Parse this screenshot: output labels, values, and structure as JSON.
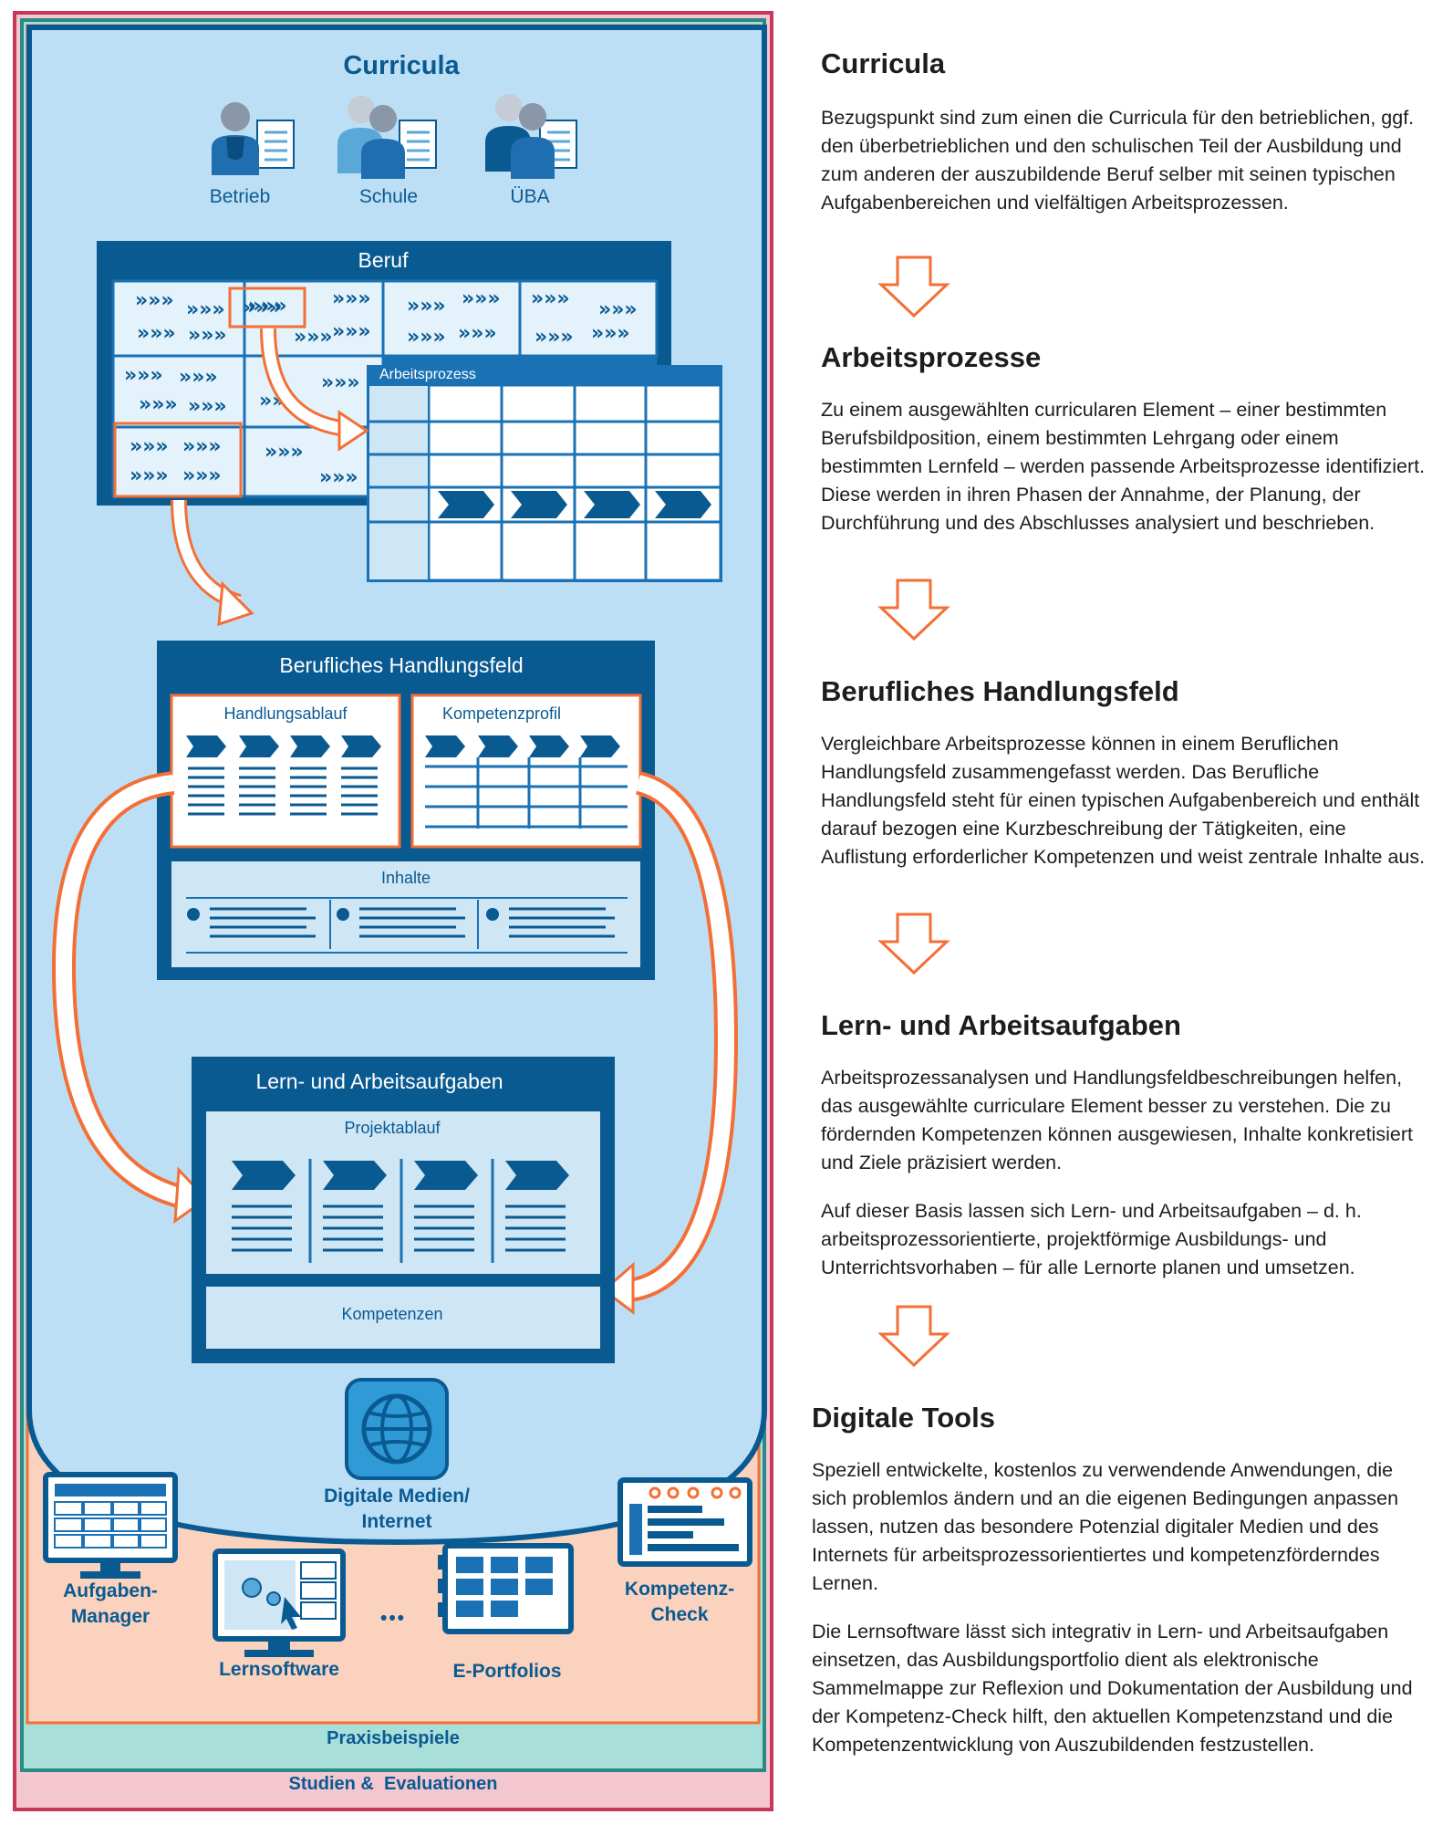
{
  "diagram": {
    "curricula_title": "Curricula",
    "curricula_items": [
      {
        "icon": "single-person-document-icon",
        "label": "Betrieb"
      },
      {
        "icon": "two-persons-document-icon",
        "label": "Schule"
      },
      {
        "icon": "two-persons-document-icon",
        "label": "ÜBA"
      }
    ],
    "beruf_title": "Beruf",
    "arbeitsprozess_title": "Arbeitsprozess",
    "handlungsfeld_title": "Berufliches Handlungsfeld",
    "handlungsablauf_label": "Handlungsablauf",
    "kompetenzprofil_label": "Kompetenzprofil",
    "inhalte_label": "Inhalte",
    "lernaufgaben_title": "Lern- und Arbeitsaufgaben",
    "projektablauf_label": "Projektablauf",
    "kompetenzen_label": "Kompetenzen",
    "digitale_medien_label_1": "Digitale Medien/",
    "digitale_medien_label_2": "Internet",
    "tools": {
      "aufgaben_manager_1": "Aufgaben-",
      "aufgaben_manager_2": "Manager",
      "lernsoftware": "Lernsoftware",
      "ellipsis": "•••",
      "eportfolios": "E-Portfolios",
      "kompetenz_check_1": "Kompetenz-",
      "kompetenz_check_2": "Check"
    },
    "praxisbeispiele": "Praxisbeispiele",
    "studien": "Studien &  Evaluationen"
  },
  "sections": [
    {
      "title": "Curricula",
      "paragraphs": [
        "Bezugspunkt sind zum einen die Curricula für den betrieblichen, ggf. den überbetrieblichen und den schulischen Teil der Ausbildung und zum anderen der auszubildende Beruf selber mit seinen typischen Aufgabenbereichen und vielfältigen Arbeitsprozessen."
      ]
    },
    {
      "title": "Arbeitsprozesse",
      "paragraphs": [
        "Zu einem ausgewählten curricularen Element – einer bestimmten Berufsbildposition, einem bestimmten Lehrgang oder einem bestimmten Lernfeld – werden passende Arbeitsprozesse identifiziert. Diese werden in ihren Phasen der Annahme, der Planung, der Durchführung und des Abschlusses analysiert und beschrieben."
      ]
    },
    {
      "title": "Berufliches Handlungsfeld",
      "paragraphs": [
        "Vergleichbare Arbeitsprozesse können in einem Beruflichen Handlungsfeld zusammengefasst werden. Das Berufliche Handlungsfeld steht für einen typischen Aufgabenbereich und enthält darauf bezogen eine Kurzbeschreibung der Tätigkeiten, eine Auflistung erforderlicher Kompetenzen und weist zentrale Inhalte aus."
      ]
    },
    {
      "title": "Lern- und Arbeitsaufgaben",
      "paragraphs": [
        "Arbeitsprozessanalysen und Handlungsfeldbeschreibungen helfen, das ausgewählte curriculare Element besser zu verstehen. Die zu fördernden Kompetenzen können ausgewiesen, Inhalte konkretisiert und Ziele präzisiert werden.",
        "Auf dieser Basis lassen sich Lern- und Arbeitsaufgaben – d. h. arbeitsprozessorientierte, projektförmige Ausbildungs- und Unterrichtsvorhaben – für alle Lernorte planen und umsetzen."
      ]
    },
    {
      "title": "Digitale Tools",
      "paragraphs": [
        "Speziell entwickelte, kostenlos zu verwendende Anwendungen, die sich problemlos ändern und an die eigenen Bedingungen anpassen lassen, nutzen das besondere Potenzial digitaler Medien und des Internets für arbeitsprozessorientiertes und kompetenzförderndes Lernen.",
        "Die Lernsoftware lässt sich integrativ in Lern- und Arbeitsaufgaben einsetzen, das Ausbildungsportfolio dient als elektronische Sammelmappe zur Reflexion und Dokumentation der Ausbildung und der Kompetenz-Check hilft, den aktuellen Kompetenzstand und die Kompetenzentwicklung von Auszubildenden festzustellen."
      ]
    }
  ],
  "colors": {
    "dark_blue": "#0a5a92",
    "light_blue": "#bddff5",
    "orange": "#f36f35",
    "peach": "#fbd2bd",
    "teal": "#2a8a85",
    "mint": "#a9dfd9",
    "pink": "#f4c6d0",
    "crimson": "#c8365a"
  }
}
